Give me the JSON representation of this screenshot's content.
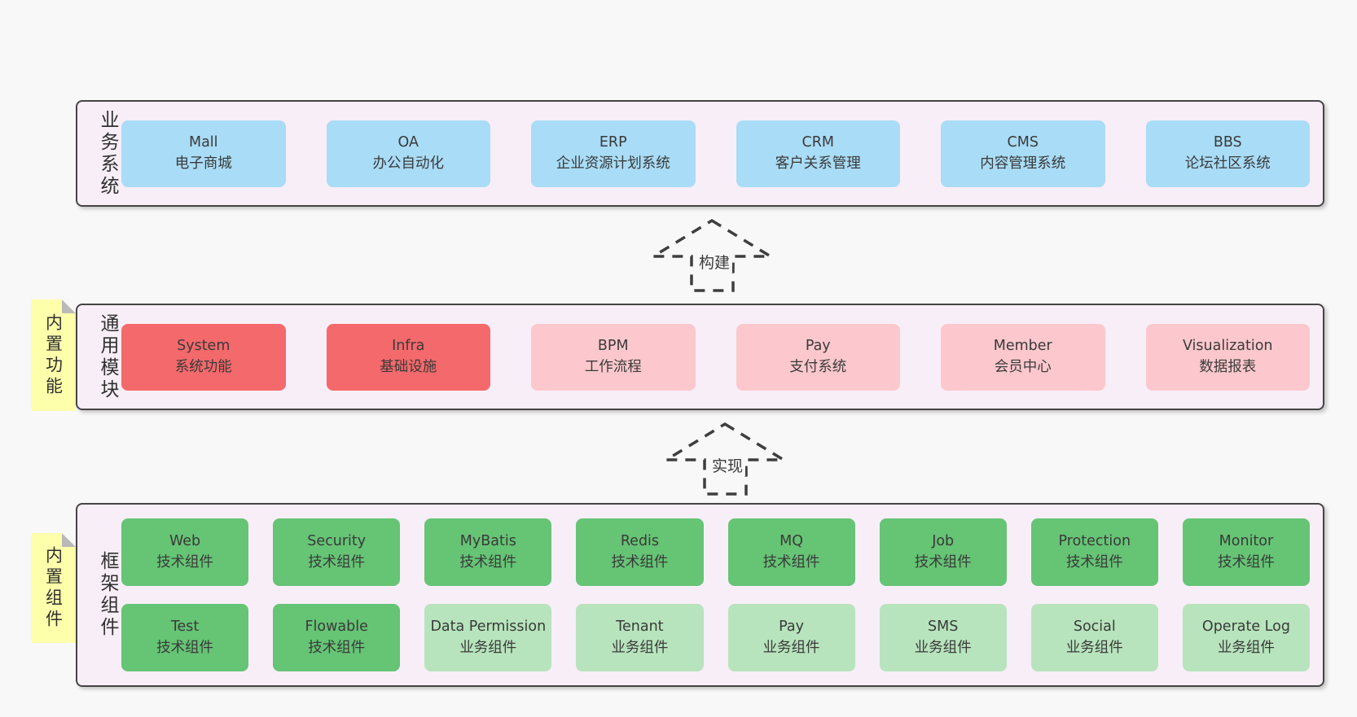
{
  "palette": {
    "page_bg": "#f8f8f8",
    "container_fill": "#f8eef7",
    "container_border": "#454545",
    "box_blue": "#a9dcf6",
    "box_red": "#f4696b",
    "box_pink": "#fcc8cd",
    "box_green": "#66c475",
    "box_light_green": "#b7e4bc",
    "note_yellow": "#feffab",
    "note_fold_gray": "#b9b9b9",
    "text": "#3a3a3a"
  },
  "arrows": [
    {
      "label": "构建"
    },
    {
      "label": "实现"
    }
  ],
  "layers": {
    "business": {
      "label": "业务系统",
      "boxes": [
        {
          "en": "Mall",
          "zh": "电子商城"
        },
        {
          "en": "OA",
          "zh": "办公自动化"
        },
        {
          "en": "ERP",
          "zh": "企业资源计划系统"
        },
        {
          "en": "CRM",
          "zh": "客户关系管理"
        },
        {
          "en": "CMS",
          "zh": "内容管理系统"
        },
        {
          "en": "BBS",
          "zh": "论坛社区系统"
        }
      ]
    },
    "modules": {
      "note": "内置功能",
      "label": "通用模块",
      "boxes": [
        {
          "en": "System",
          "zh": "系统功能"
        },
        {
          "en": "Infra",
          "zh": "基础设施"
        },
        {
          "en": "BPM",
          "zh": "工作流程"
        },
        {
          "en": "Pay",
          "zh": "支付系统"
        },
        {
          "en": "Member",
          "zh": "会员中心"
        },
        {
          "en": "Visualization",
          "zh": "数据报表"
        }
      ]
    },
    "components": {
      "note": "内置组件",
      "label": "框架组件",
      "row1": [
        {
          "en": "Web",
          "zh": "技术组件"
        },
        {
          "en": "Security",
          "zh": "技术组件"
        },
        {
          "en": "MyBatis",
          "zh": "技术组件"
        },
        {
          "en": "Redis",
          "zh": "技术组件"
        },
        {
          "en": "MQ",
          "zh": "技术组件"
        },
        {
          "en": "Job",
          "zh": "技术组件"
        },
        {
          "en": "Protection",
          "zh": "技术组件"
        },
        {
          "en": "Monitor",
          "zh": "技术组件"
        }
      ],
      "row2": [
        {
          "en": "Test",
          "zh": "技术组件"
        },
        {
          "en": "Flowable",
          "zh": "技术组件"
        },
        {
          "en": "Data Permission",
          "zh": "业务组件"
        },
        {
          "en": "Tenant",
          "zh": "业务组件"
        },
        {
          "en": "Pay",
          "zh": "业务组件"
        },
        {
          "en": "SMS",
          "zh": "业务组件"
        },
        {
          "en": "Social",
          "zh": "业务组件"
        },
        {
          "en": "Operate Log",
          "zh": "业务组件"
        }
      ]
    }
  }
}
